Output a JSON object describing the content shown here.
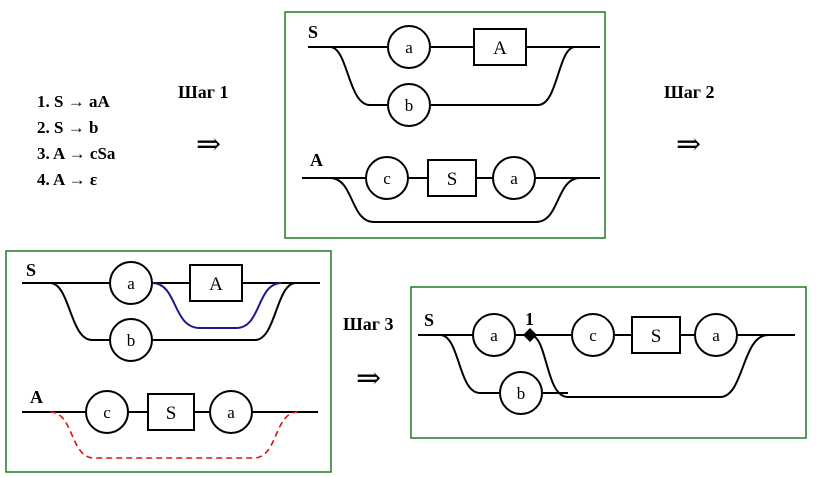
{
  "grammar": {
    "rules": [
      "1. S → aA",
      "2. S → b",
      "3. A → cSa",
      "4. A → ε"
    ]
  },
  "steps": {
    "step1": "Шаг 1",
    "step2": "Шаг 2",
    "step3": "Шаг 3",
    "implies": "⇒"
  },
  "panel1": {
    "s_label": "S",
    "s_nodes": [
      "a",
      "A",
      "b"
    ],
    "a_label": "A",
    "a_nodes": [
      "c",
      "S",
      "a"
    ]
  },
  "panel2": {
    "s_label": "S",
    "s_nodes": [
      "a",
      "A",
      "b"
    ],
    "a_label": "A",
    "a_nodes": [
      "c",
      "S",
      "a"
    ]
  },
  "panel3": {
    "s_label": "S",
    "nodes": [
      "a",
      "c",
      "S",
      "a",
      "b"
    ],
    "marker": "1"
  },
  "colors": {
    "frame": "#1f7a1f",
    "highlight_blue": "#1a1a8c",
    "highlight_red": "#e01010"
  }
}
